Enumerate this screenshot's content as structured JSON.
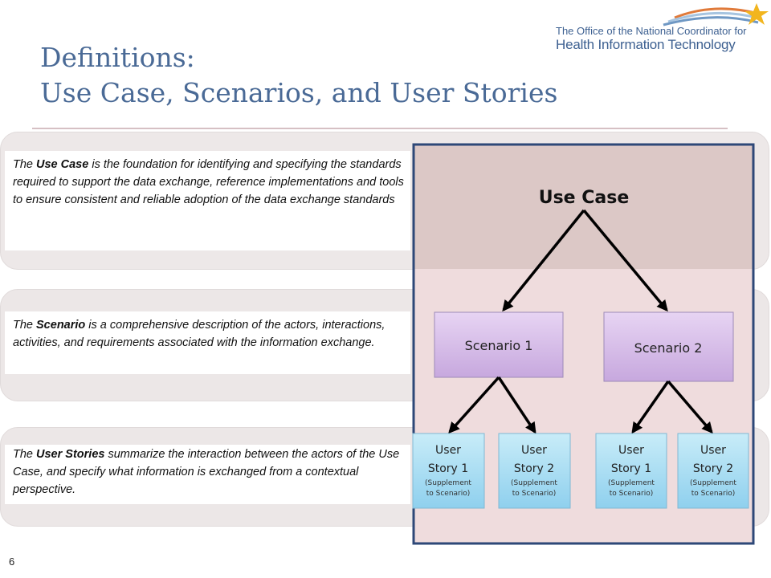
{
  "slide": {
    "title_line1": "Definitions:",
    "title_line2": "Use Case, Scenarios, and User Stories",
    "logo_line1": "The Office of the National Coordinator for",
    "logo_line2": "Health Information Technology",
    "page_number": "6"
  },
  "definitions": [
    {
      "term": "Use Case",
      "pre": "The ",
      "post": " is the foundation for identifying and specifying the standards required to support the data exchange, reference implementations and tools to ensure consistent and reliable adoption of the data exchange standards"
    },
    {
      "term": "Scenario",
      "pre": "The ",
      "post": " is a comprehensive description of the actors, interactions, activities, and requirements associated with the information exchange."
    },
    {
      "term": "User Stories",
      "pre": "The ",
      "post": " summarize the interaction between the actors of the Use Case, and specify what information is exchanged from a contextual perspective."
    }
  ],
  "diagram": {
    "root": "Use Case",
    "scenarios": [
      {
        "label": "Scenario 1",
        "stories": [
          {
            "line1": "User",
            "line2": "Story 1",
            "sup1": "(Supplement",
            "sup2": "to Scenario)"
          },
          {
            "line1": "User",
            "line2": "Story 2",
            "sup1": "(Supplement",
            "sup2": "to Scenario)"
          }
        ]
      },
      {
        "label": "Scenario 2",
        "stories": [
          {
            "line1": "User",
            "line2": "Story 1",
            "sup1": "(Supplement",
            "sup2": "to Scenario)"
          },
          {
            "line1": "User",
            "line2": "Story 2",
            "sup1": "(Supplement",
            "sup2": "to Scenario)"
          }
        ]
      }
    ]
  }
}
